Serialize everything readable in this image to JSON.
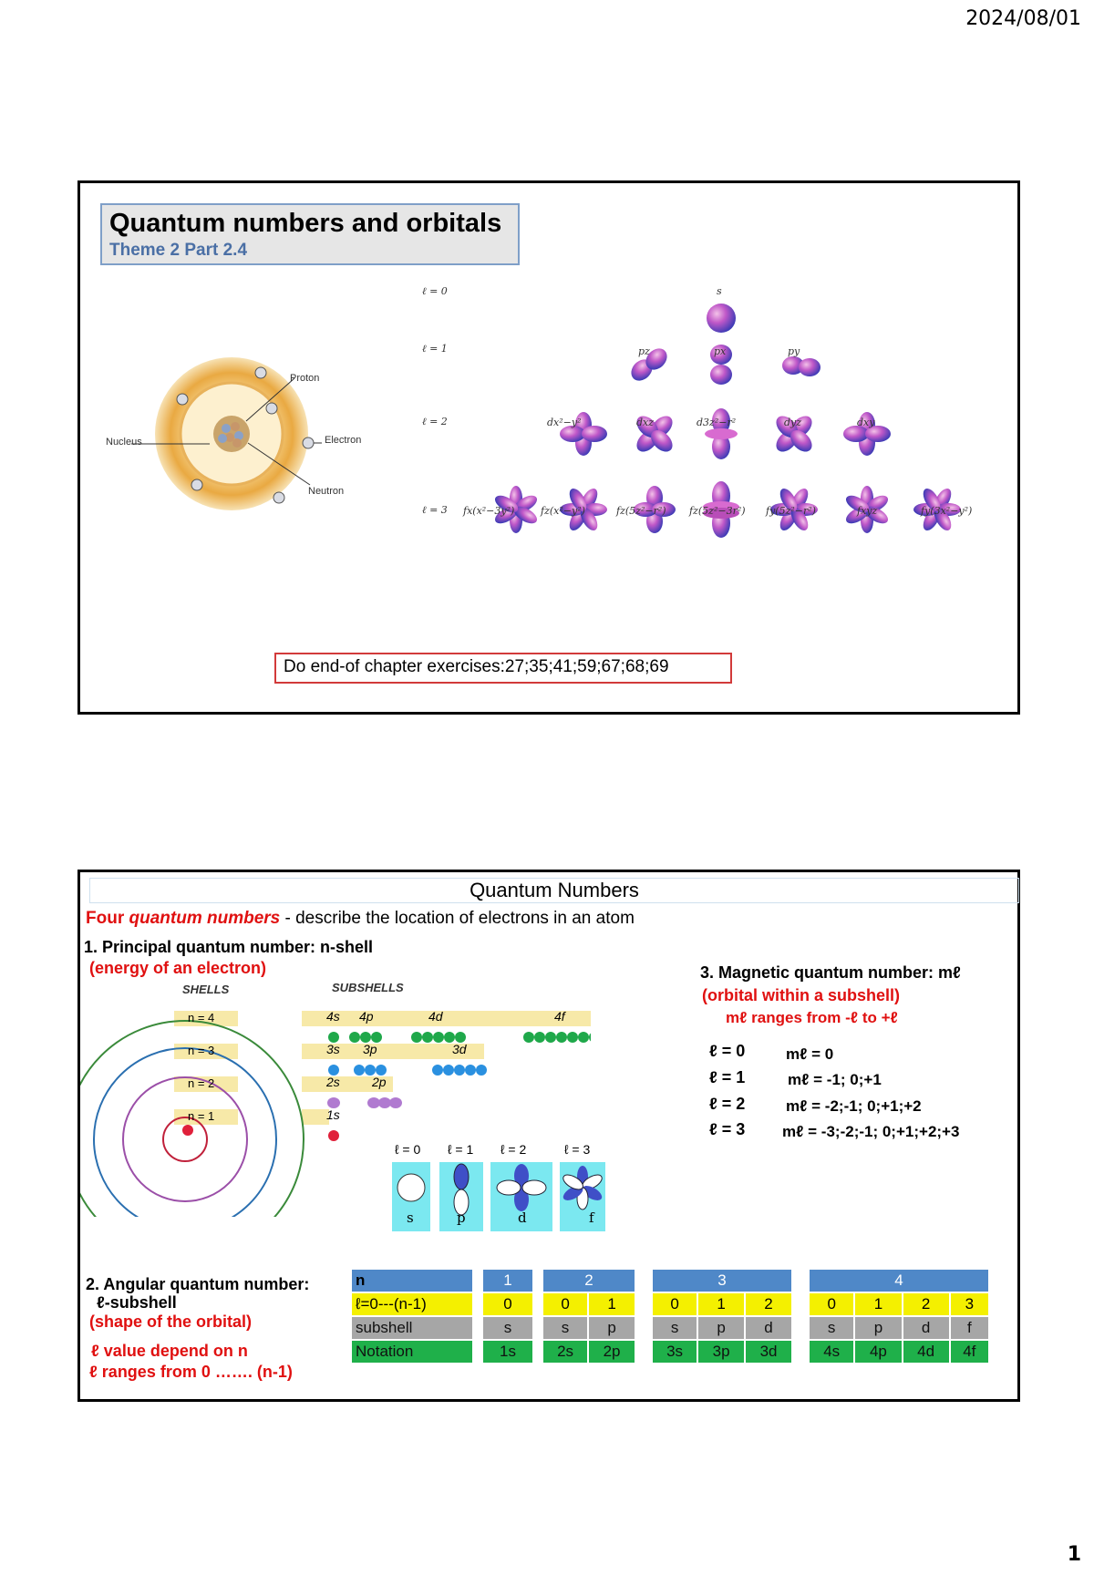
{
  "header": {
    "date": "2024/08/01",
    "page_number": "1"
  },
  "slide1": {
    "title": "Quantum numbers and orbitals",
    "subtitle": "Theme 2 Part 2.4",
    "exercise_note": "Do end-of chapter exercises:27;35;41;59;67;68;69",
    "atom_labels": {
      "proton": "Proton",
      "nucleus": "Nucleus",
      "electron": "Electron",
      "neutron": "Neutron"
    },
    "orbital_rows": [
      {
        "label": "ℓ = 0",
        "orbitals": [
          "s"
        ]
      },
      {
        "label": "ℓ = 1",
        "orbitals": [
          "pz",
          "px",
          "py"
        ]
      },
      {
        "label": "ℓ = 2",
        "orbitals": [
          "dx²−y²",
          "dxz",
          "d3z²−r²",
          "dyz",
          "dxy"
        ]
      },
      {
        "label": "ℓ = 3",
        "orbitals": [
          "fx(x²−3y²)",
          "fz(x²−y²)",
          "fz(5z²−r²)",
          "fz(5z²−3r²)",
          "fy(5z²−r²)",
          "fxyz",
          "fy(3x²−y²)"
        ]
      }
    ]
  },
  "slide2": {
    "title": "Quantum Numbers",
    "intro_red": "Four ",
    "intro_red_italic": "quantum numbers",
    "intro_rest": " - describe the location of electrons in an atom",
    "principal": {
      "heading": "1.  Principal quantum number: n-shell",
      "note": "(energy of an electron)"
    },
    "shells_label": "SHELLS",
    "subshells_label": "SUBSHELLS",
    "shells": [
      "n = 4",
      "n = 3",
      "n = 2",
      "n = 1"
    ],
    "subshells_row4": [
      "4s",
      "4p",
      "4d",
      "4f"
    ],
    "subshells_row3": [
      "3s",
      "3p",
      "3d"
    ],
    "subshells_row2": [
      "2s",
      "2p"
    ],
    "subshells_row1": [
      "1s"
    ],
    "shape_panel": {
      "l_labels": [
        "ℓ = 0",
        "ℓ = 1",
        "ℓ = 2",
        "ℓ = 3"
      ],
      "letters": [
        "s",
        "p",
        "d",
        "f"
      ]
    },
    "magnetic": {
      "heading": "3. Magnetic quantum number: mℓ",
      "note": "(orbital within a subshell)",
      "range": "mℓ ranges from -ℓ to +ℓ",
      "rows": [
        {
          "l": "ℓ = 0",
          "m": "mℓ = 0"
        },
        {
          "l": "ℓ = 1",
          "m": "mℓ = -1; 0;+1"
        },
        {
          "l": "ℓ = 2",
          "m": "mℓ = -2;-1; 0;+1;+2"
        },
        {
          "l": "ℓ = 3",
          "m": "mℓ = -3;-2;-1; 0;+1;+2;+3"
        }
      ]
    },
    "angular": {
      "heading": "2.    Angular quantum number:",
      "heading2": "ℓ-subshell",
      "note": "(shape of the orbital)",
      "dep1": "ℓ  value depend on n",
      "dep2": "ℓ ranges from 0 ……. (n-1)"
    },
    "table": {
      "labels": {
        "n": "n",
        "l": "ℓ=0---(n-1)",
        "subshell": "subshell",
        "notation": "Notation"
      },
      "groups": [
        {
          "n": "1",
          "l": [
            "0"
          ],
          "sub": [
            "s"
          ],
          "not": [
            "1s"
          ]
        },
        {
          "n": "2",
          "l": [
            "0",
            "1"
          ],
          "sub": [
            "s",
            "p"
          ],
          "not": [
            "2s",
            "2p"
          ]
        },
        {
          "n": "3",
          "l": [
            "0",
            "1",
            "2"
          ],
          "sub": [
            "s",
            "p",
            "d"
          ],
          "not": [
            "3s",
            "3p",
            "3d"
          ]
        },
        {
          "n": "4",
          "l": [
            "0",
            "1",
            "2",
            "3"
          ],
          "sub": [
            "s",
            "p",
            "d",
            "f"
          ],
          "not": [
            "4s",
            "4p",
            "4d",
            "4f"
          ]
        }
      ]
    }
  }
}
